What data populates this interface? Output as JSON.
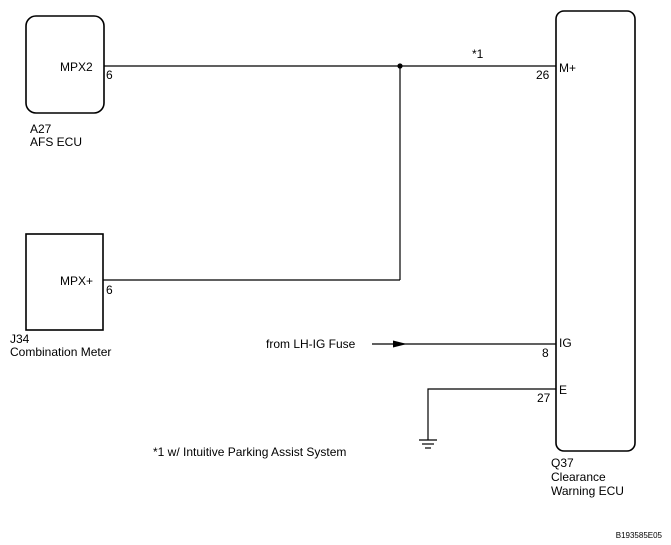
{
  "components": {
    "afs_ecu": {
      "code": "A27",
      "name": "AFS ECU",
      "terminal": "MPX2",
      "pin": "6"
    },
    "combination_meter": {
      "code": "J34",
      "name": "Combination Meter",
      "terminal": "MPX+",
      "pin": "6"
    },
    "clearance_warning_ecu": {
      "code": "Q37",
      "name_line1": "Clearance",
      "name_line2": "Warning ECU",
      "terminals": [
        {
          "label": "M+",
          "pin": "26"
        },
        {
          "label": "IG",
          "pin": "8"
        },
        {
          "label": "E",
          "pin": "27"
        }
      ]
    }
  },
  "wire_note_marker": "*1",
  "fuse_source": "from LH-IG Fuse",
  "footnote": "*1  w/ Intuitive Parking Assist System",
  "figure_code": "B193585E05"
}
